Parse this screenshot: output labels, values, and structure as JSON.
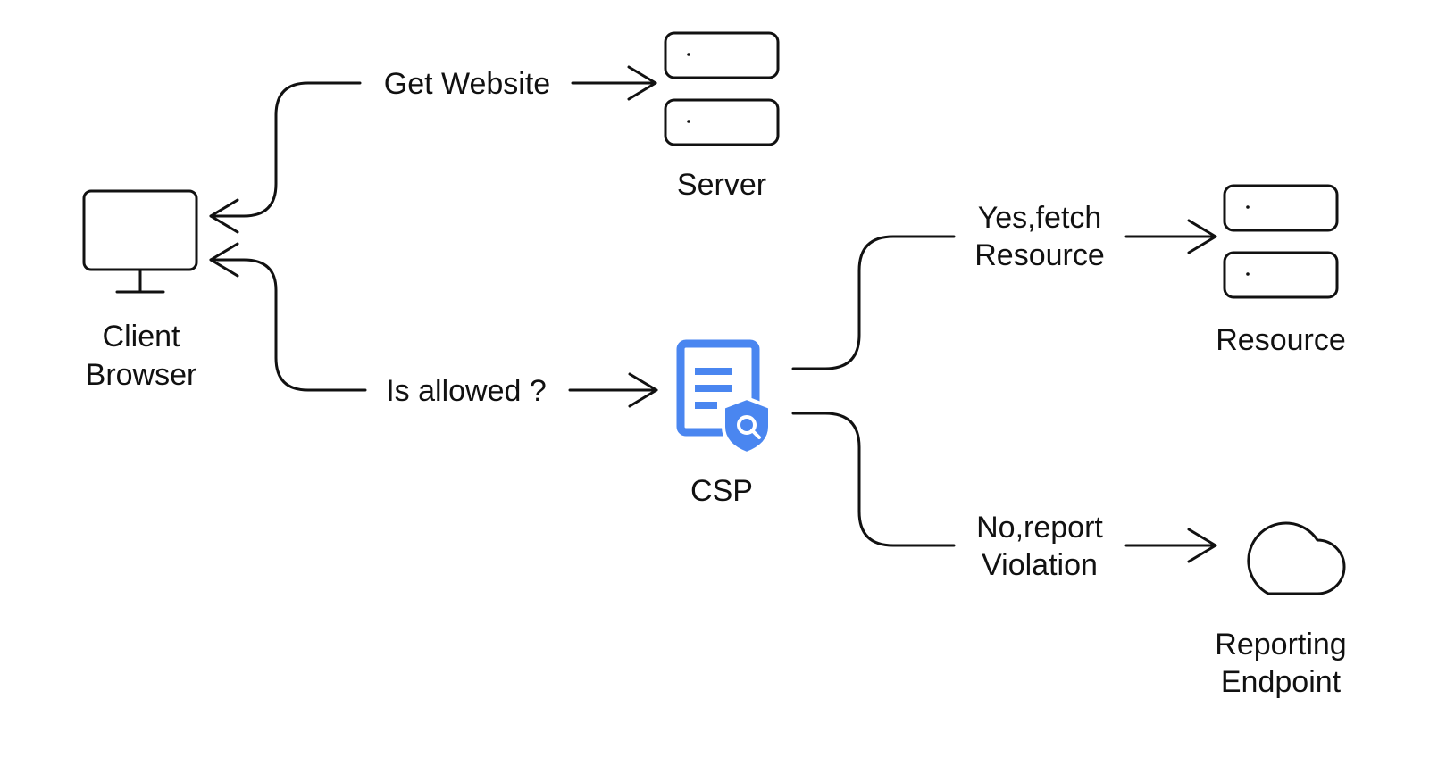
{
  "nodes": {
    "client": {
      "label_line1": "Client",
      "label_line2": "Browser",
      "icon": "monitor-icon"
    },
    "server": {
      "label": "Server",
      "icon": "server-icon"
    },
    "csp": {
      "label": "CSP",
      "icon": "document-shield-search-icon",
      "color": "#4a86f0"
    },
    "resource": {
      "label": "Resource",
      "icon": "server-icon"
    },
    "reporting": {
      "label_line1": "Reporting",
      "label_line2": "Endpoint",
      "icon": "cloud-icon"
    }
  },
  "edges": {
    "get_website": {
      "label": "Get Website"
    },
    "is_allowed": {
      "label": "Is allowed ?"
    },
    "yes_fetch": {
      "label_line1": "Yes,fetch",
      "label_line2": "Resource"
    },
    "no_report": {
      "label_line1": "No,report",
      "label_line2": "Violation"
    }
  }
}
